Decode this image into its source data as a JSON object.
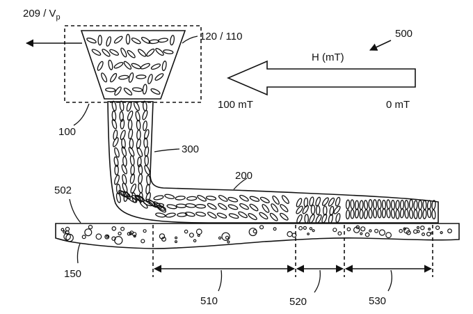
{
  "labels": {
    "outlet": "209 / V",
    "outlet_sub": "p",
    "hopper": "120 / 110",
    "figure": "500",
    "field": "H (mT)",
    "field_high": "100 mT",
    "field_low": "0 mT",
    "box": "100",
    "stream": "300",
    "layer": "200",
    "substrate": "502",
    "particles": "150",
    "zone_1": "510",
    "zone_2": "520",
    "zone_3": "530"
  }
}
